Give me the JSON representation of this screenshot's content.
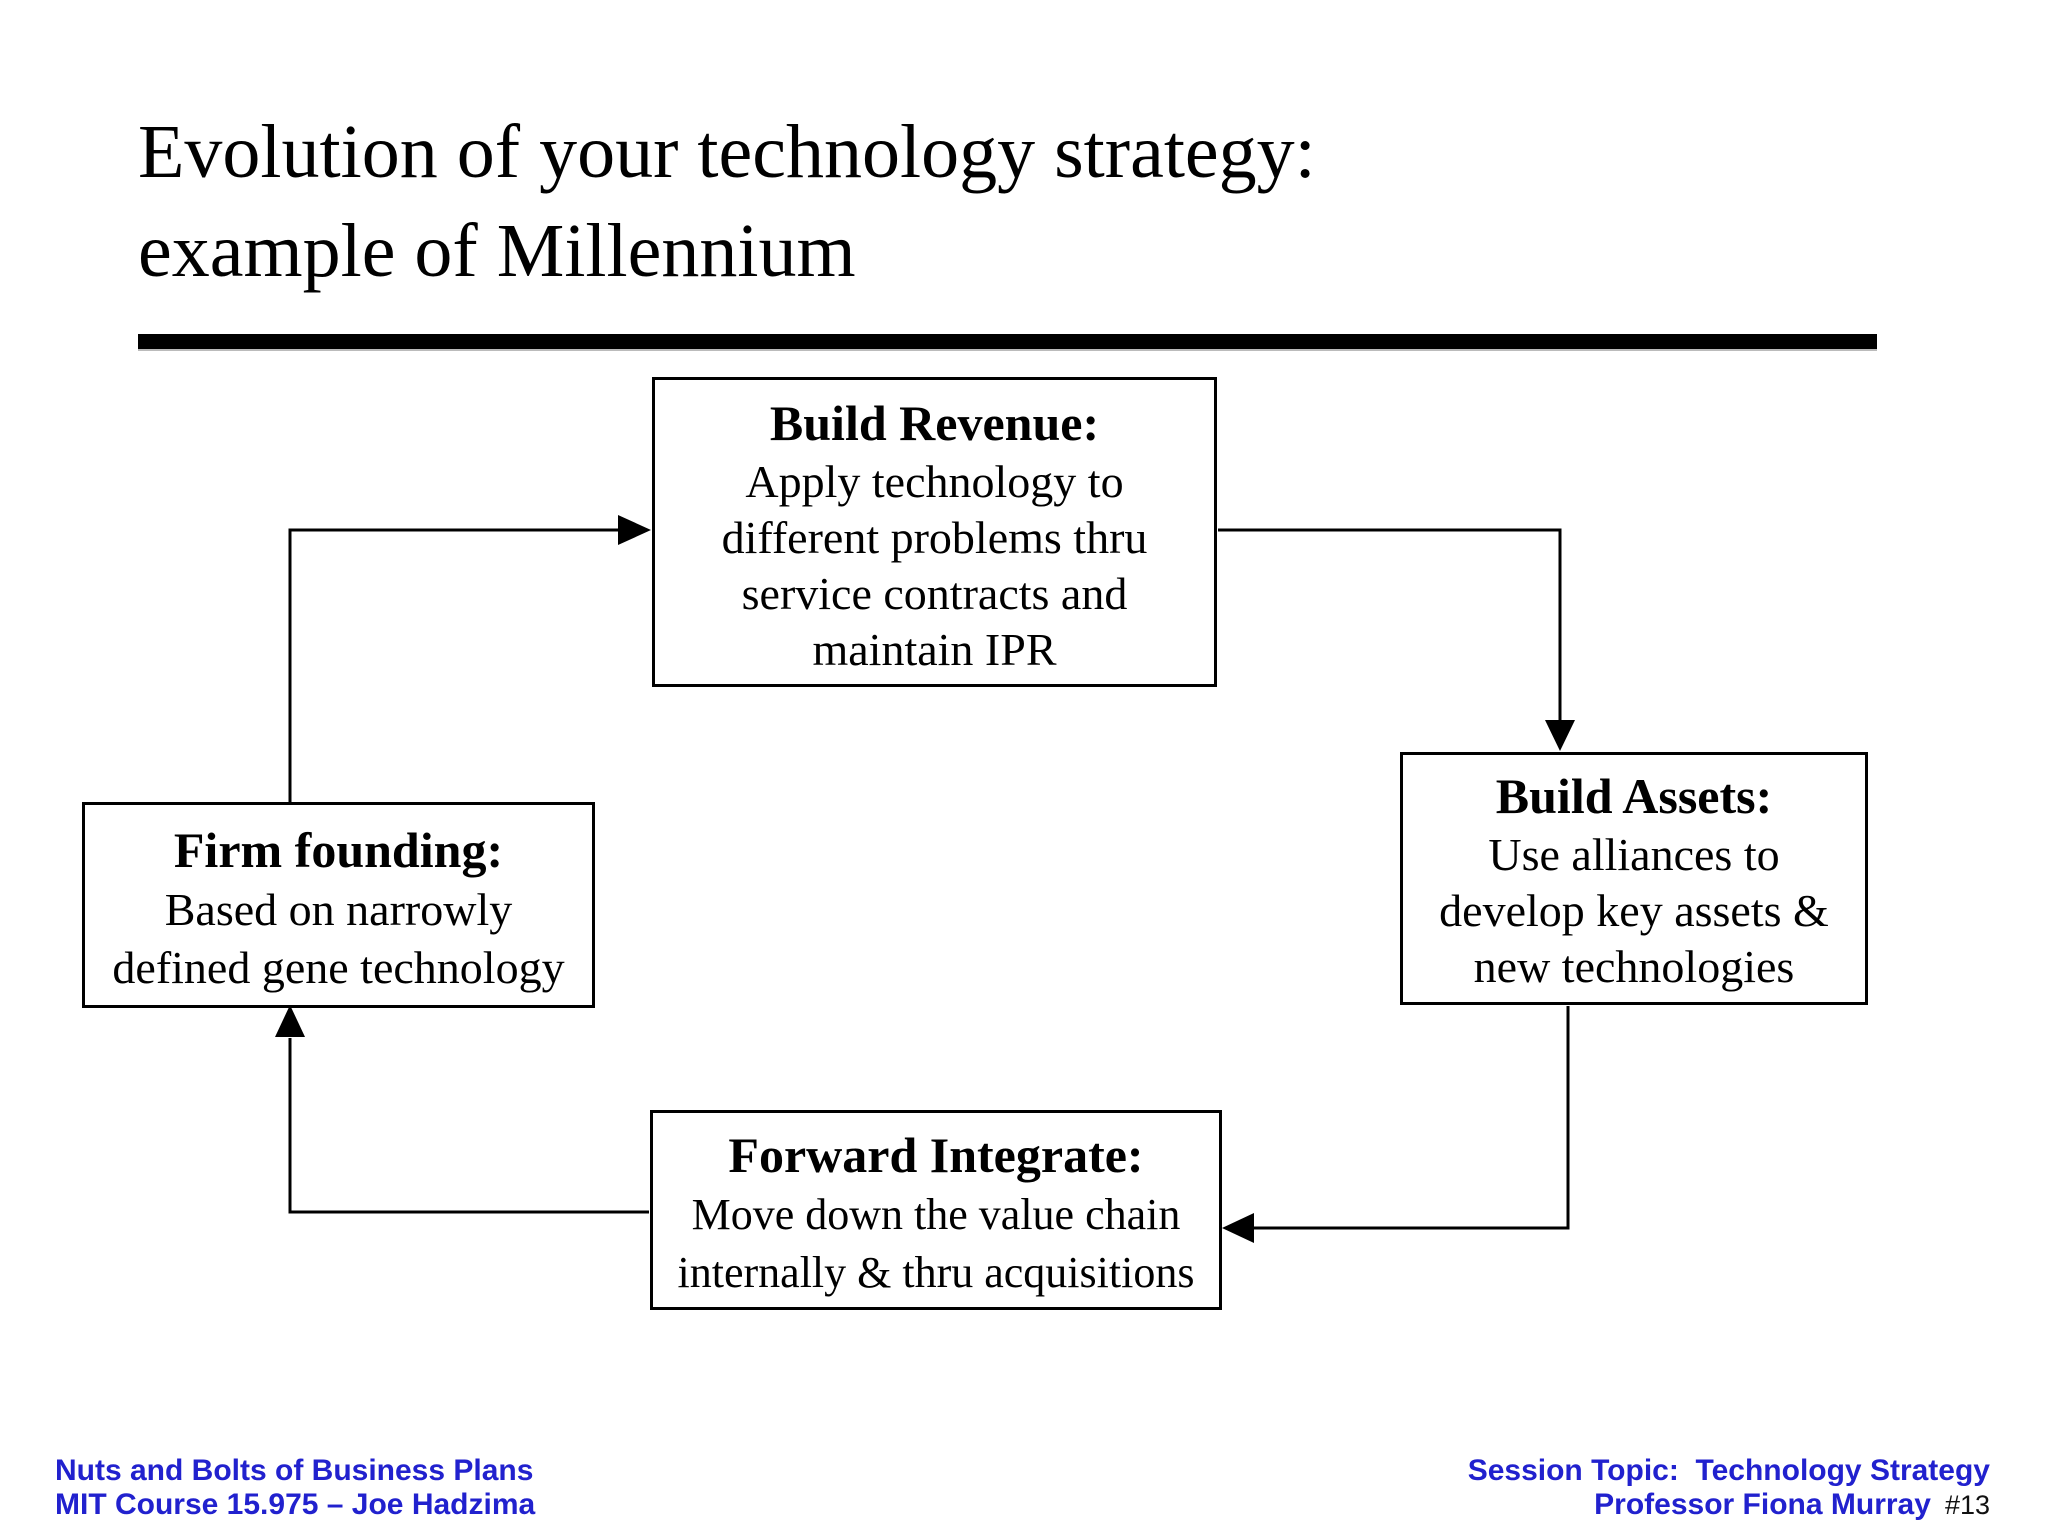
{
  "slide": {
    "title_line1": "Evolution of your technology strategy:",
    "title_line2": "example of Millennium"
  },
  "diagram": {
    "nodes": [
      {
        "id": "build-revenue",
        "title": "Build Revenue:",
        "body": [
          "Apply technology to",
          "different problems thru",
          "service contracts and",
          "maintain IPR"
        ]
      },
      {
        "id": "build-assets",
        "title": "Build Assets:",
        "body": [
          "Use alliances to",
          "develop key assets &",
          "new technologies"
        ]
      },
      {
        "id": "firm-founding",
        "title": "Firm founding:",
        "body": [
          "Based on narrowly",
          "defined gene technology"
        ]
      },
      {
        "id": "forward-integrate",
        "title": "Forward Integrate:",
        "body": [
          "Move down the value chain",
          "internally & thru acquisitions"
        ]
      }
    ],
    "edges": [
      {
        "from": "firm-founding",
        "to": "build-revenue"
      },
      {
        "from": "build-revenue",
        "to": "build-assets"
      },
      {
        "from": "build-assets",
        "to": "forward-integrate"
      },
      {
        "from": "forward-integrate",
        "to": "firm-founding"
      }
    ]
  },
  "footer": {
    "left_line1": "Nuts and Bolts of Business Plans",
    "left_line2": "MIT Course 15.975 – Joe Hadzima",
    "right_line1": "Session Topic:  Technology Strategy",
    "right_line2": "Professor Fiona Murray",
    "page_number": "#13"
  },
  "colors": {
    "footer_blue": "#2121CE",
    "diagram_stroke": "#000000",
    "page_number_color": "#111111",
    "background": "#FFFFFF"
  }
}
